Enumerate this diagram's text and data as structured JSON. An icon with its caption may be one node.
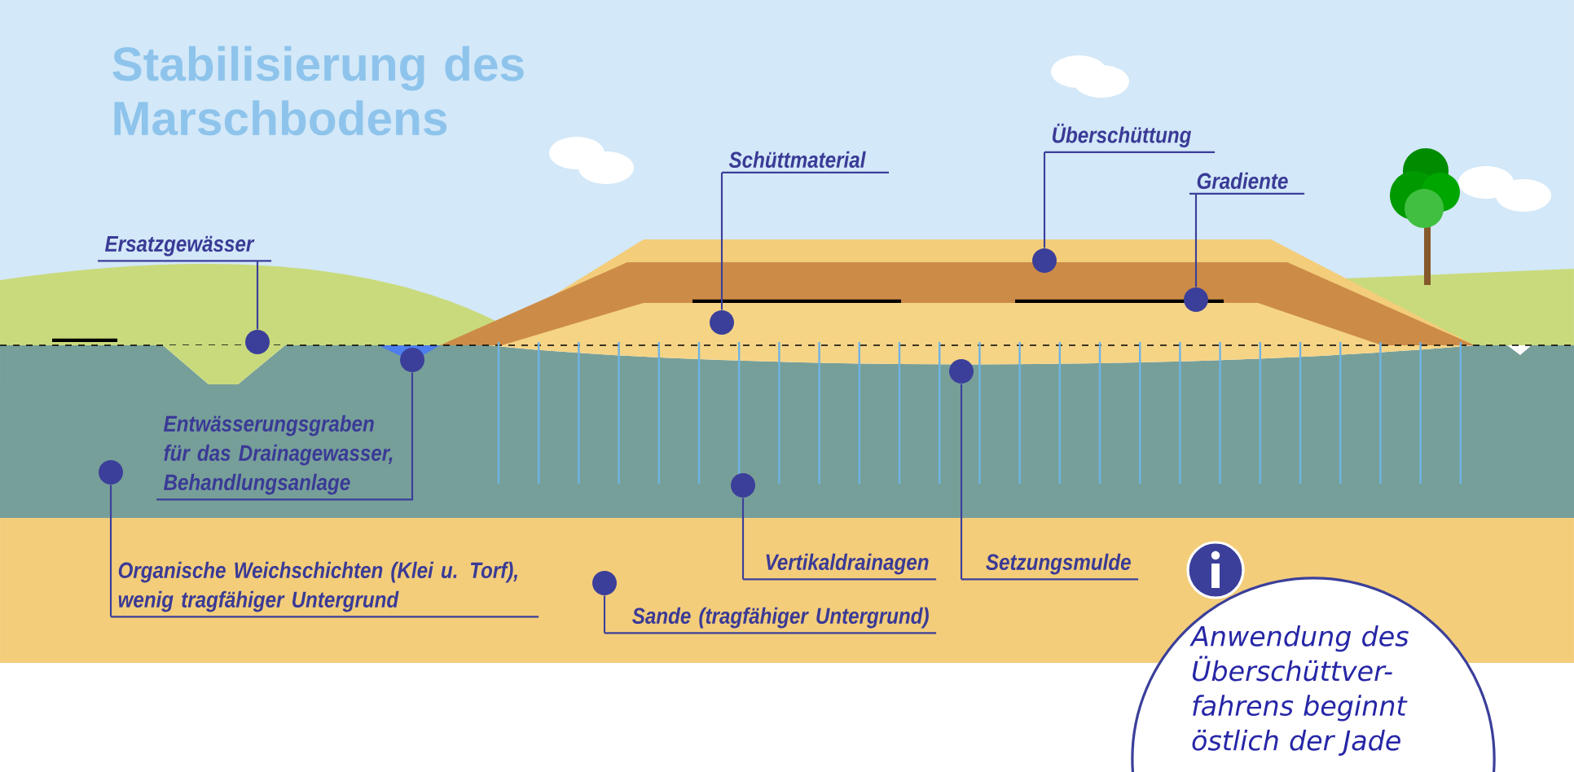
{
  "diagram": {
    "title": "Stabilisierung des Marschbodens",
    "nodes": [
      {
        "text": [
          "Ersatzgewässer"
        ]
      },
      {
        "text": [],
        "shape": "circle"
      },
      {
        "text": [
          "Entwässerungsgraben für das Drainagewasser, Behandlungsanlage"
        ]
      },
      {
        "text": [],
        "shape": "circle"
      },
      {
        "text": [
          "Organische Weichschichten (Klei u. Torf), wenig tragfähiger Untergrund"
        ]
      },
      {
        "text": [],
        "shape": "circle"
      },
      {
        "text": [
          "Schüttmaterial"
        ]
      },
      {
        "text": [],
        "shape": "circle"
      },
      {
        "text": [
          "Überschüttung"
        ]
      },
      {
        "text": [],
        "shape": "circle"
      },
      {
        "text": [
          "Gradiente"
        ]
      },
      {
        "text": [],
        "shape": "circle"
      },
      {
        "text": [
          "Vertikaldrainagen"
        ]
      },
      {
        "text": [],
        "shape": "circle"
      },
      {
        "text": [
          "Setzungsmulde"
        ]
      },
      {
        "text": [],
        "shape": "circle"
      },
      {
        "text": [
          "Sande (tragfähiger Untergrund)"
        ]
      },
      {
        "text": [],
        "shape": "circle"
      },
      {
        "text": [
          "Anwendung des Überschüttver- fahrens beginnt östlich der Jade"
        ]
      }
    ],
    "edges": [
      {
        "from": 0,
        "to": 1,
        "arrow": "none"
      },
      {
        "from": 2,
        "to": 3,
        "arrow": "none"
      },
      {
        "from": 4,
        "to": 5,
        "arrow": "none"
      },
      {
        "from": 6,
        "to": 7,
        "arrow": "none"
      },
      {
        "from": 8,
        "to": 9,
        "arrow": "none"
      },
      {
        "from": 10,
        "to": 11,
        "arrow": "none"
      },
      {
        "from": 12,
        "to": 13,
        "arrow": "none"
      },
      {
        "from": 14,
        "to": 15,
        "arrow": "none"
      },
      {
        "from": 16,
        "to": 17,
        "arrow": "none"
      }
    ]
  }
}
